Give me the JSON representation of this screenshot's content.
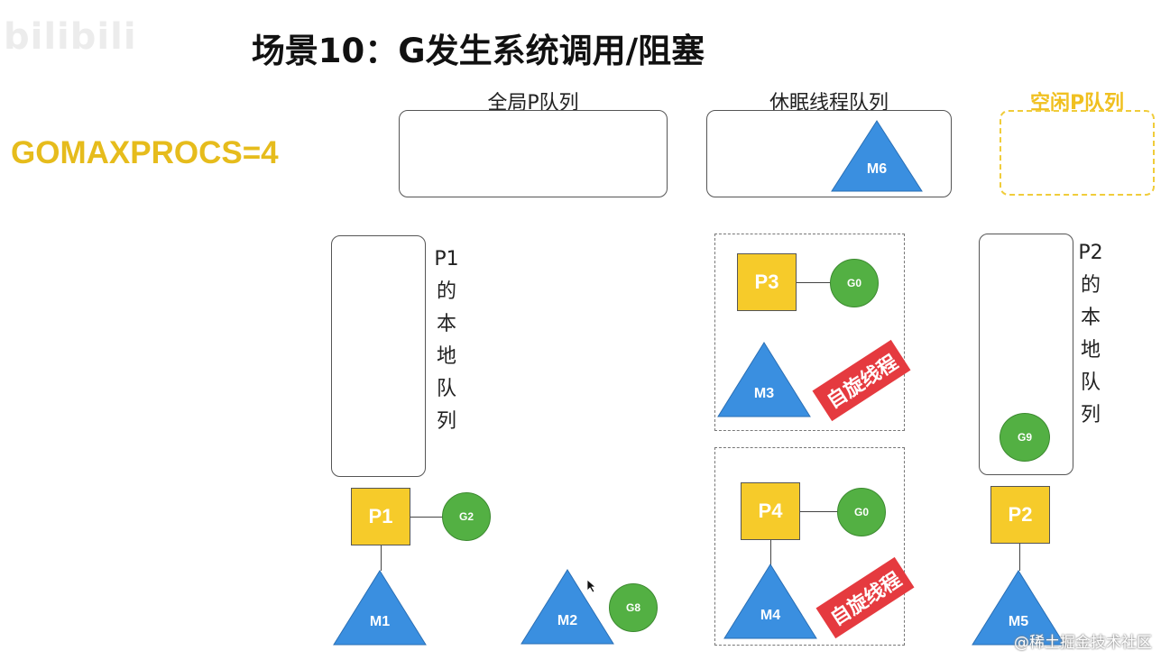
{
  "watermark": {
    "logo": "bilibili"
  },
  "title": "场景10：G发生系统调用/阻塞",
  "config": {
    "gomaxprocs": "GOMAXPROCS=4"
  },
  "queues": {
    "global": "全局P队列",
    "sleeping": "休眠线程队列",
    "idle_p": "空闲P队列"
  },
  "local_queue_label_chars": [
    "P1",
    "的",
    "本",
    "地",
    "队",
    "列"
  ],
  "local_queue_label_chars_p2": [
    "P2",
    "的",
    "本",
    "地",
    "队",
    "列"
  ],
  "nodes": {
    "p1": "P1",
    "p2": "P2",
    "p3": "P3",
    "p4": "P4",
    "m1": "M1",
    "m2": "M2",
    "m3": "M3",
    "m4": "M4",
    "m5": "M5",
    "m6": "M6",
    "g0_a": "G0",
    "g0_b": "G0",
    "g2": "G2",
    "g8": "G8",
    "g9": "G9"
  },
  "tags": {
    "spin_a": "自旋线程",
    "spin_b": "自旋线程"
  },
  "colors": {
    "p_yellow": "#f6cb2a",
    "g_green": "#53b043",
    "m_blue": "#3a8fe0",
    "spin_red": "#e53a3f",
    "gomax_gold": "#e6bc1c"
  },
  "footer": {
    "source": "@稀土掘金技术社区"
  }
}
